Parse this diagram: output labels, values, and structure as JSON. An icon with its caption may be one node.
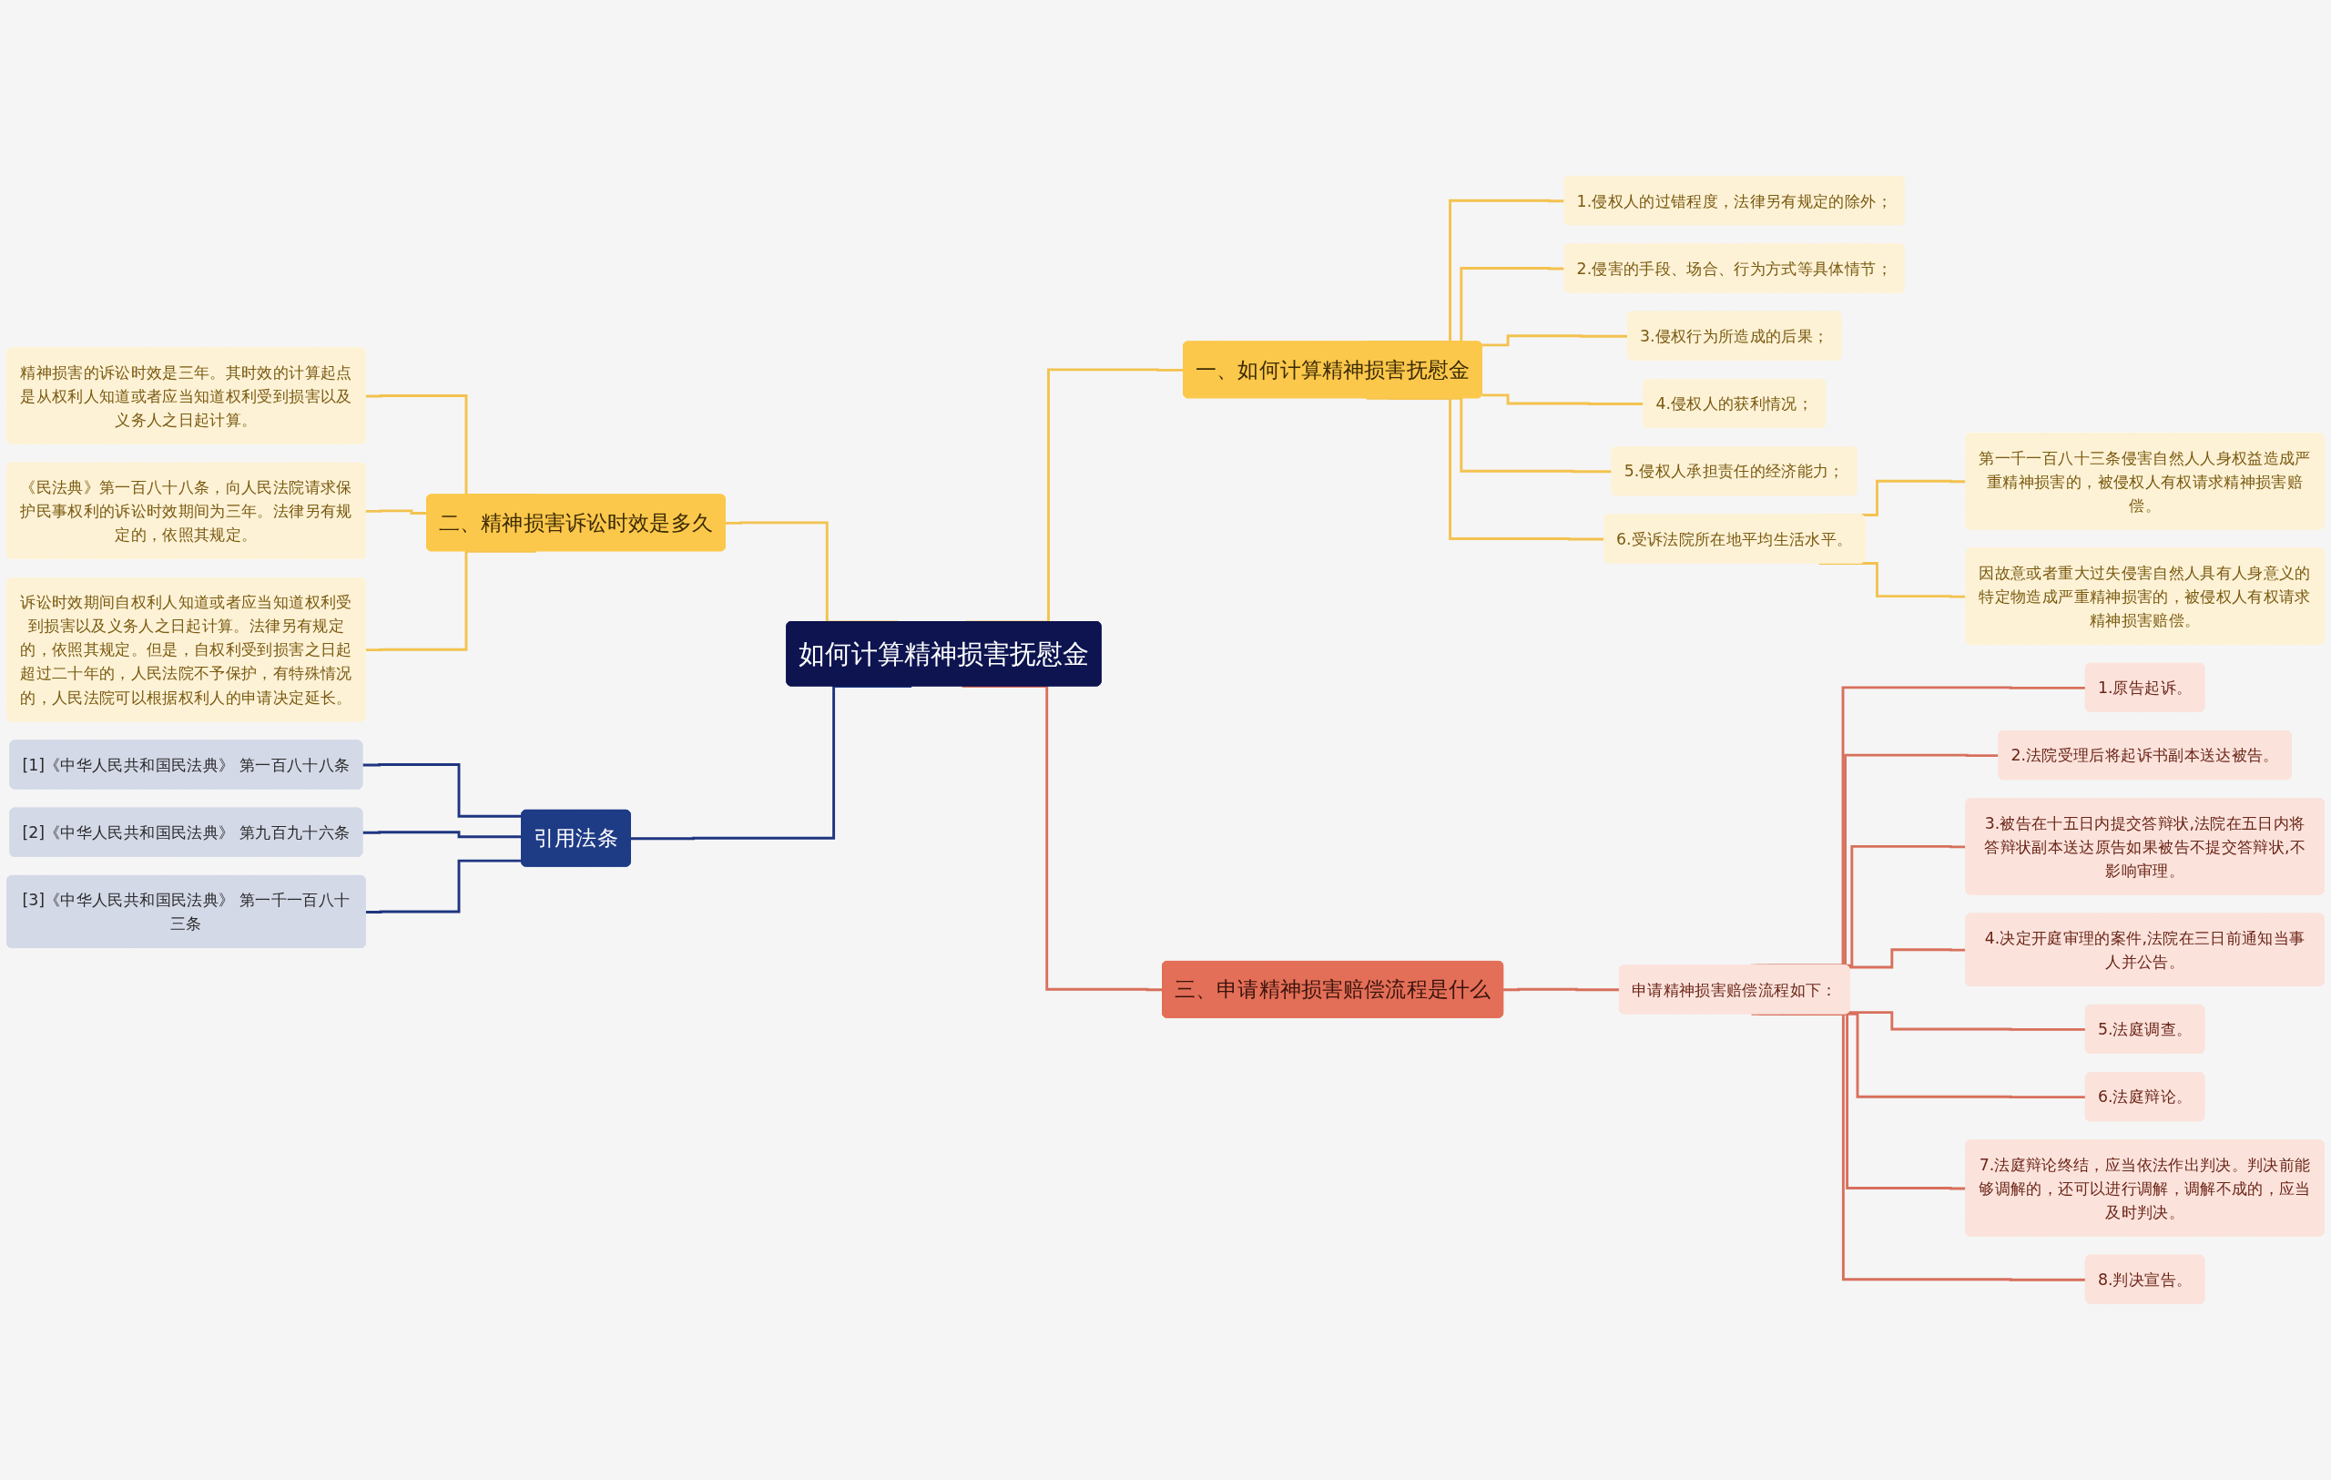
{
  "diagram": {
    "nodes": [
      {
        "text": [
          "如何计算精神损害抚慰金"
        ]
      },
      {
        "text": [
          "一、如何计算精神损害抚慰金"
        ]
      },
      {
        "text": [
          "1.侵权人的过错程度，法律另有规定的除外；"
        ]
      },
      {
        "text": [
          "2.侵害的手段、场合、行为方式等具体情节；"
        ]
      },
      {
        "text": [
          "3.侵权行为所造成的后果；"
        ]
      },
      {
        "text": [
          "4.侵权人的获利情况；"
        ]
      },
      {
        "text": [
          "5.侵权人承担责任的经济能力；"
        ]
      },
      {
        "text": [
          "6.受诉法院所在地平均生活水平。"
        ]
      },
      {
        "text": [
          "第一千一百八十三条侵害自然人人身权益造成严重精神损害的，被侵权人有权请求精神损害赔偿。"
        ]
      },
      {
        "text": [
          "因故意或者重大过失侵害自然人具有人身意义的特定物造成严重精神损害的，被侵权人有权请求精神损害赔偿。"
        ]
      },
      {
        "text": [
          "二、精神损害诉讼时效是多久"
        ]
      },
      {
        "text": [
          "精神损害的诉讼时效是三年。其时效的计算起点是从权利人知道或者应当知道权利受到损害以及义务人之日起计算。"
        ]
      },
      {
        "text": [
          "《民法典》第一百八十八条，向人民法院请求保护民事权利的诉讼时效期间为三年。法律另有规定的，依照其规定。"
        ]
      },
      {
        "text": [
          "诉讼时效期间自权利人知道或者应当知道权利受到损害以及义务人之日起计算。法律另有规定的，依照其规定。但是，自权利受到损害之日起超过二十年的，人民法院不予保护，有特殊情况的，人民法院可以根据权利人的申请决定延长。"
        ]
      },
      {
        "text": [
          "引用法条"
        ]
      },
      {
        "text": [
          "[1]《中华人民共和国民法典》 第一百八十八条"
        ]
      },
      {
        "text": [
          "[2]《中华人民共和国民法典》 第九百九十六条"
        ]
      },
      {
        "text": [
          "[3]《中华人民共和国民法典》 第一千一百八十三条"
        ]
      },
      {
        "text": [
          "三、申请精神损害赔偿流程是什么"
        ]
      },
      {
        "text": [
          "申请精神损害赔偿流程如下："
        ]
      },
      {
        "text": [
          "1.原告起诉。"
        ]
      },
      {
        "text": [
          "2.法院受理后将起诉书副本送达被告。"
        ]
      },
      {
        "text": [
          "3.被告在十五日内提交答辩状,法院在五日内将答辩状副本送达原告如果被告不提交答辩状,不影响审理。"
        ]
      },
      {
        "text": [
          "4.决定开庭审理的案件,法院在三日前通知当事人并公告。"
        ]
      },
      {
        "text": [
          "5.法庭调查。"
        ]
      },
      {
        "text": [
          "6.法庭辩论。"
        ]
      },
      {
        "text": [
          "7.法庭辩论终结，应当依法作出判决。判决前能够调解的，还可以进行调解，调解不成的，应当及时判决。"
        ]
      },
      {
        "text": [
          "8.判决宣告。"
        ]
      }
    ],
    "edges": [
      {
        "from": 0,
        "to": 1,
        "arrow": "none"
      },
      {
        "from": 1,
        "to": 2,
        "arrow": "none"
      },
      {
        "from": 1,
        "to": 3,
        "arrow": "none"
      },
      {
        "from": 1,
        "to": 4,
        "arrow": "none"
      },
      {
        "from": 1,
        "to": 5,
        "arrow": "none"
      },
      {
        "from": 1,
        "to": 6,
        "arrow": "none"
      },
      {
        "from": 1,
        "to": 7,
        "arrow": "none"
      },
      {
        "from": 7,
        "to": 8,
        "arrow": "none"
      },
      {
        "from": 7,
        "to": 9,
        "arrow": "none"
      },
      {
        "from": 10,
        "to": 0,
        "arrow": "none"
      },
      {
        "from": 11,
        "to": 10,
        "arrow": "none"
      },
      {
        "from": 12,
        "to": 10,
        "arrow": "none"
      },
      {
        "from": 13,
        "to": 10,
        "arrow": "none"
      },
      {
        "from": 14,
        "to": 0,
        "arrow": "none",
        "color": "#1f3580"
      },
      {
        "from": 15,
        "to": 14,
        "arrow": "none",
        "color": "#1f3580"
      },
      {
        "from": 16,
        "to": 14,
        "arrow": "none",
        "color": "#1f3580"
      },
      {
        "from": 17,
        "to": 14,
        "arrow": "none",
        "color": "#1f3580"
      },
      {
        "from": 0,
        "to": 18,
        "arrow": "none",
        "color": "#d8705c"
      },
      {
        "from": 18,
        "to": 19,
        "arrow": "none",
        "color": "#d8705c"
      },
      {
        "from": 19,
        "to": 20,
        "arrow": "none",
        "color": "#d8705c"
      },
      {
        "from": 19,
        "to": 21,
        "arrow": "none",
        "color": "#d8705c"
      },
      {
        "from": 19,
        "to": 22,
        "arrow": "none",
        "color": "#d8705c"
      },
      {
        "from": 19,
        "to": 23,
        "arrow": "none",
        "color": "#d8705c"
      },
      {
        "from": 19,
        "to": 24,
        "arrow": "none",
        "color": "#d8705c"
      },
      {
        "from": 19,
        "to": 25,
        "arrow": "none",
        "color": "#d8705c"
      },
      {
        "from": 19,
        "to": 26,
        "arrow": "none",
        "color": "#d8705c"
      },
      {
        "from": 19,
        "to": 27,
        "arrow": "none",
        "color": "#d8705c"
      }
    ]
  }
}
